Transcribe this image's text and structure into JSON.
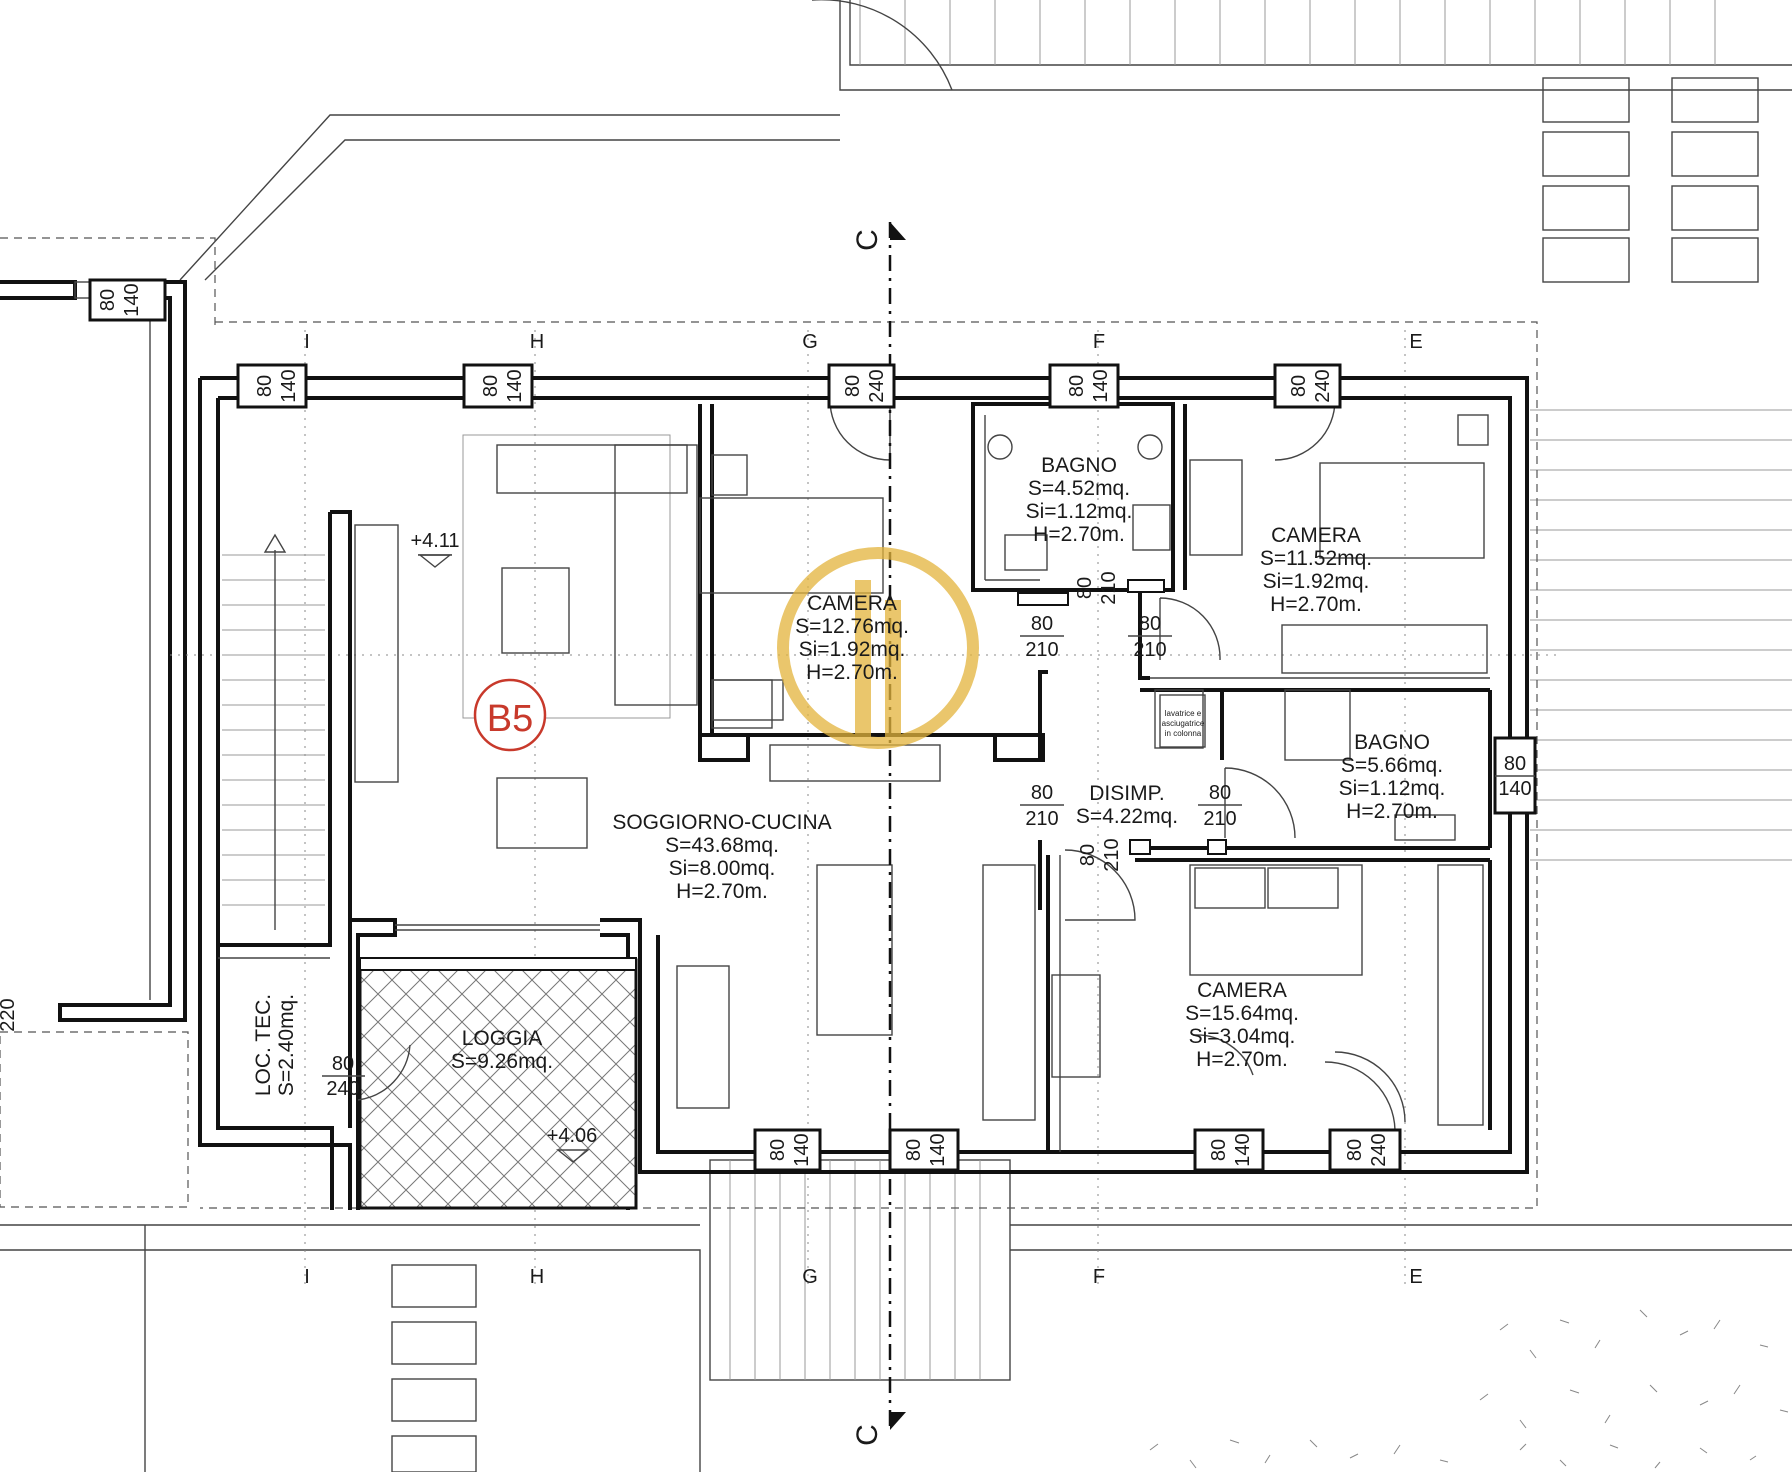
{
  "unit_label": "B5",
  "section_mark": "C",
  "colors": {
    "unit_badge": "#c8392b",
    "watermark": "#e3b43c",
    "line": "#111111"
  },
  "axes": [
    "I",
    "H",
    "G",
    "F",
    "E"
  ],
  "rooms": {
    "soggiorno": {
      "name": "SOGGIORNO-CUCINA",
      "s": "S=43.68mq.",
      "si": "Si=8.00mq.",
      "h": "H=2.70m."
    },
    "camera1": {
      "name": "CAMERA",
      "s": "S=12.76mq.",
      "si": "Si=1.92mq.",
      "h": "H=2.70m."
    },
    "bagno1": {
      "name": "BAGNO",
      "s": "S=4.52mq.",
      "si": "Si=1.12mq.",
      "h": "H=2.70m."
    },
    "camera2": {
      "name": "CAMERA",
      "s": "S=11.52mq.",
      "si": "Si=1.92mq.",
      "h": "H=2.70m."
    },
    "bagno2": {
      "name": "BAGNO",
      "s": "S=5.66mq.",
      "si": "Si=1.12mq.",
      "h": "H=2.70m."
    },
    "disimp": {
      "name": "DISIMP.",
      "s": "S=4.22mq."
    },
    "camera3": {
      "name": "CAMERA",
      "s": "S=15.64mq.",
      "si": "Si=3.04mq.",
      "h": "H=2.70m."
    },
    "loggia": {
      "name": "LOGGIA",
      "s": "S=9.26mq."
    },
    "loctec": {
      "name": "LOC. TEC.",
      "s": "S=2.40mq."
    }
  },
  "levels": {
    "living": "+4.11",
    "loggia": "+4.06"
  },
  "appliance_note": [
    "lavatrice e",
    "asciugatrice",
    "in colonna"
  ],
  "openings": {
    "w80": "80",
    "w140": "140",
    "w240": "240",
    "w210": "210",
    "w220": "220"
  }
}
